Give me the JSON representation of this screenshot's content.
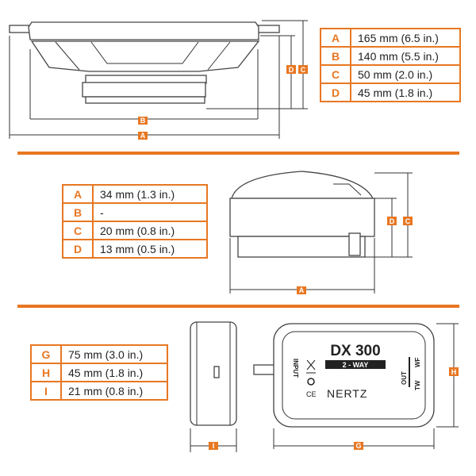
{
  "woofer": {
    "rows": [
      {
        "key": "A",
        "value": "165 mm (6.5 in.)"
      },
      {
        "key": "B",
        "value": "140 mm (5.5 in.)"
      },
      {
        "key": "C",
        "value": "50 mm (2.0 in.)"
      },
      {
        "key": "D",
        "value": "45 mm (1.8 in.)"
      }
    ]
  },
  "tweeter": {
    "rows": [
      {
        "key": "A",
        "value": "34 mm (1.3 in.)"
      },
      {
        "key": "B",
        "value": "-"
      },
      {
        "key": "C",
        "value": "20 mm (0.8 in.)"
      },
      {
        "key": "D",
        "value": "13 mm (0.5 in.)"
      }
    ]
  },
  "crossover": {
    "rows": [
      {
        "key": "G",
        "value": "75 mm (3.0 in.)"
      },
      {
        "key": "H",
        "value": "45 mm (1.8 in.)"
      },
      {
        "key": "I",
        "value": "21 mm (0.8 in.)"
      }
    ],
    "model": "DX 300",
    "type": "2 - WAY",
    "input_label": "INPUT",
    "out_label": "OUT",
    "tw_label": "TW",
    "wf_label": "WF",
    "brand": "NERTZ",
    "ce_mark": "CE"
  },
  "dim_labels": {
    "A": "A",
    "B": "B",
    "C": "C",
    "D": "D",
    "G": "G",
    "H": "H",
    "I": "I"
  },
  "colors": {
    "accent": "#e87722"
  }
}
